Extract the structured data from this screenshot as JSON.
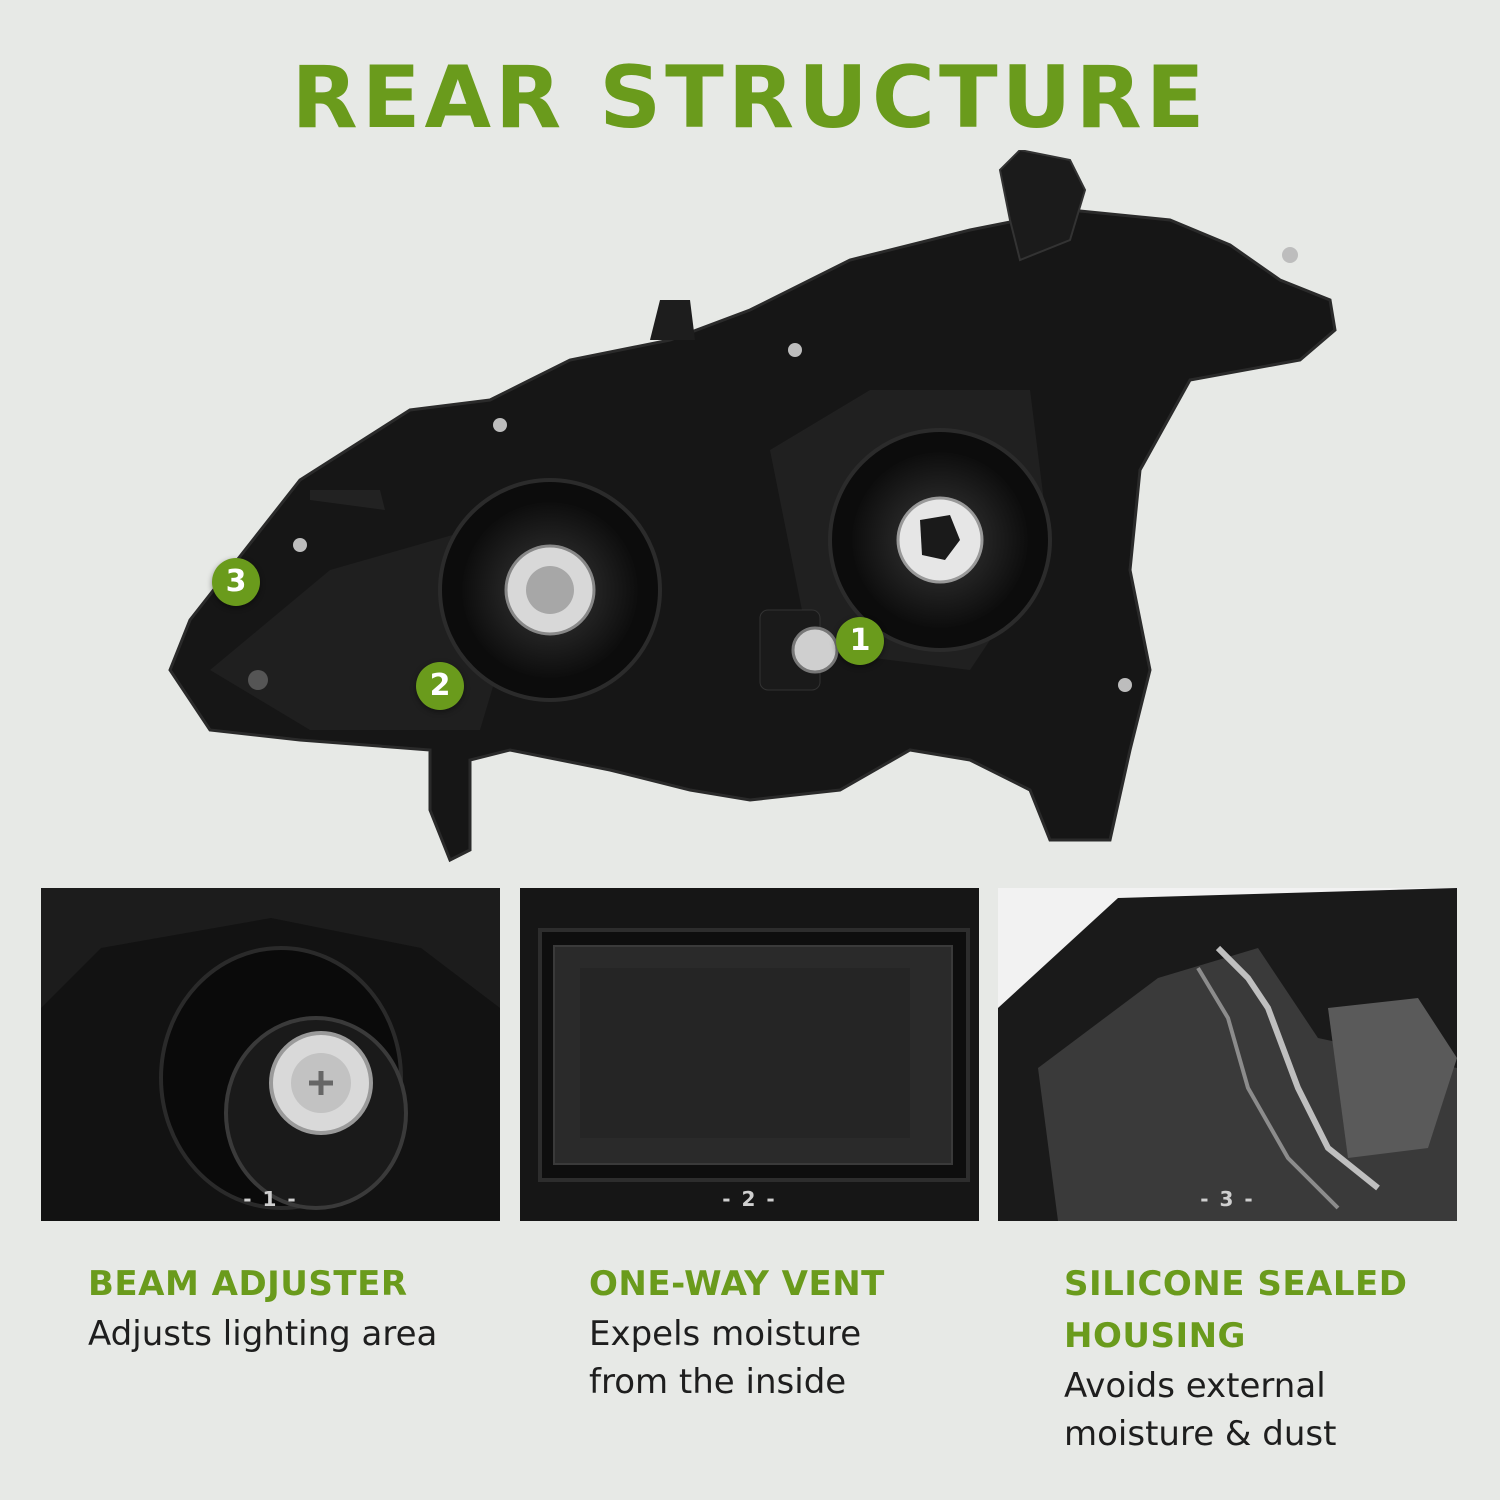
{
  "colors": {
    "accent": "#6a9b1c",
    "background": "#e7e9e6"
  },
  "title": "REAR STRUCTURE",
  "callouts": [
    "1",
    "2",
    "3"
  ],
  "panels": [
    {
      "label": "- 1 -",
      "title": "BEAM ADJUSTER",
      "description": [
        "Adjusts lighting area"
      ]
    },
    {
      "label": "- 2 -",
      "title": "ONE-WAY VENT",
      "description": [
        "Expels moisture",
        "from the inside"
      ]
    },
    {
      "label": "- 3 -",
      "title_lines": [
        "SILICONE SEALED",
        "HOUSING"
      ],
      "description": [
        "Avoids external",
        "moisture & dust"
      ]
    }
  ]
}
